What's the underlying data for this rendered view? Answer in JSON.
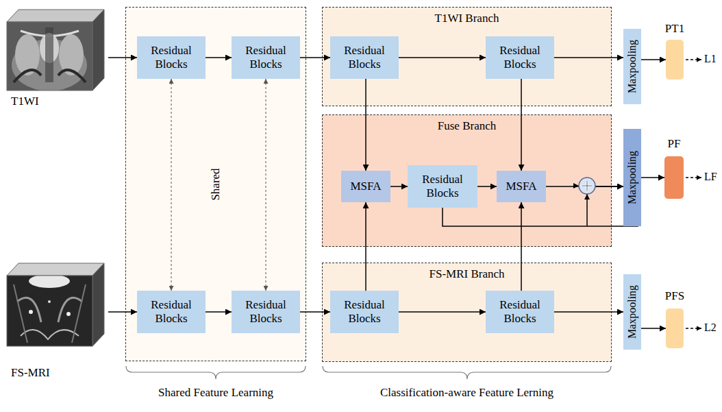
{
  "diagram": {
    "nodes": [
      {
        "text": [
          "T1WI"
        ]
      },
      {
        "text": [
          "Shared"
        ]
      },
      {
        "text": [
          "Residual Blocks"
        ],
        "in": 1
      },
      {
        "text": [
          "Residual Blocks"
        ],
        "in": 1
      },
      {
        "text": [
          "Residual Blocks"
        ],
        "in": 1
      },
      {
        "text": [
          "Residual Blocks"
        ],
        "in": 1
      },
      {
        "text": [
          "T1WI Branch"
        ]
      },
      {
        "text": [
          "Residual Blocks"
        ],
        "in": 6
      },
      {
        "text": [
          "Residual Blocks"
        ],
        "in": 6
      },
      {
        "text": [
          "Fuse Branch"
        ]
      },
      {
        "text": [
          "MSFA"
        ],
        "in": 9
      },
      {
        "text": [
          "Residual Blocks"
        ],
        "in": 9
      },
      {
        "text": [
          "MSFA"
        ],
        "in": 9
      },
      {
        "text": [
          "FS-MRI Branch"
        ]
      },
      {
        "text": [
          "Residual Blocks"
        ],
        "in": 13
      },
      {
        "text": [
          "Residual Blocks"
        ],
        "in": 13
      },
      {
        "text": [
          "FS-MRI"
        ]
      },
      {
        "text": [
          "Maxpooling"
        ]
      },
      {
        "text": [
          "Maxpooling"
        ]
      },
      {
        "text": [
          "Maxpooling"
        ]
      },
      {
        "text": [
          "PT1"
        ]
      },
      {
        "text": [
          "PF"
        ]
      },
      {
        "text": [
          "PFS"
        ]
      }
    ],
    "edges": [
      {
        "from": 0,
        "to": 2,
        "arrow": "to"
      },
      {
        "from": 2,
        "to": 3,
        "arrow": "to"
      },
      {
        "from": 2,
        "to": 4,
        "arrow": "both"
      },
      {
        "from": 3,
        "to": 5,
        "arrow": "both"
      },
      {
        "from": 16,
        "to": 4,
        "arrow": "to"
      },
      {
        "from": 4,
        "to": 5,
        "arrow": "to"
      },
      {
        "from": 3,
        "to": 7,
        "arrow": "to"
      },
      {
        "from": 7,
        "to": 8,
        "arrow": "to"
      },
      {
        "from": 8,
        "to": 17,
        "arrow": "to"
      },
      {
        "from": 5,
        "to": 14,
        "arrow": "to"
      },
      {
        "from": 14,
        "to": 15,
        "arrow": "to"
      },
      {
        "from": 15,
        "to": 19,
        "arrow": "to"
      },
      {
        "from": 7,
        "to": 10,
        "arrow": "to"
      },
      {
        "from": 14,
        "to": 10,
        "arrow": "to"
      },
      {
        "from": 10,
        "to": 11,
        "arrow": "to"
      },
      {
        "from": 11,
        "to": 12,
        "arrow": "to"
      },
      {
        "from": 8,
        "to": 12,
        "arrow": "to"
      },
      {
        "from": 15,
        "to": 12,
        "arrow": "to"
      },
      {
        "from": 12,
        "to": 18,
        "arrow": "to"
      },
      {
        "from": 11,
        "to": 18,
        "arrow": "to"
      },
      {
        "from": 17,
        "to": 20,
        "arrow": "to"
      },
      {
        "from": 18,
        "to": 21,
        "arrow": "to"
      },
      {
        "from": 19,
        "to": 22,
        "arrow": "to"
      }
    ],
    "labels": [
      "Shared Feature Learning",
      "Classification-aware Feature Lerning",
      "L1",
      "LF",
      "L2"
    ]
  }
}
